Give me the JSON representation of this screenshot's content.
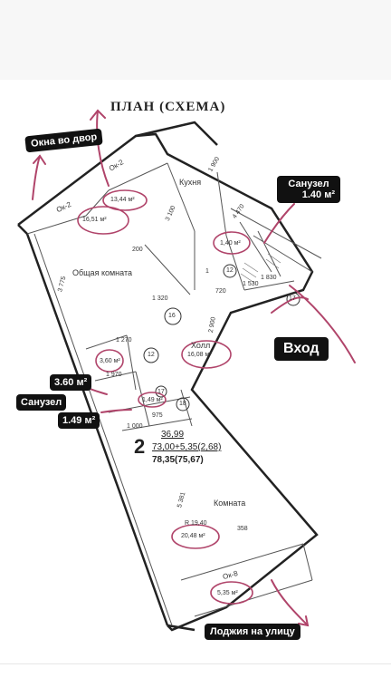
{
  "plan": {
    "title": "ПЛАН (СХЕМА)",
    "apartment_number": "2",
    "area_line1": "36,99",
    "area_line2": "73,00+5,35(2,68)",
    "area_line3": "78,35(75,67)"
  },
  "rooms": {
    "kitchen": {
      "name": "Кухня",
      "area": "13,44 м²"
    },
    "living": {
      "name": "Общая комната",
      "area": "16,51 м²"
    },
    "hall": {
      "name": "Холл",
      "area": "16,08 м²"
    },
    "room": {
      "name": "Комната",
      "area": "20,48 м²"
    },
    "bath1": {
      "area": "1,40 м²"
    },
    "bath2": {
      "area": "3,60 м²"
    },
    "bath3": {
      "area": "1,49 м²"
    },
    "loggia": {
      "area": "5,35 м²"
    }
  },
  "callouts": {
    "windows_yard": "Окна во двор",
    "bathroom_label": "Санузел",
    "bathroom_area": "1.40 м²",
    "entrance": "Вход",
    "area_360": "3.60 м²",
    "bathroom2_label": "Санузел",
    "bathroom2_area": "1.49 м²",
    "loggia_street": "Лоджия на улицу"
  },
  "marks": {
    "ok2_a": "Ок-2",
    "ok2_b": "Ок-2",
    "ok8": "Ок-8",
    "n16": "16",
    "n12a": "12",
    "n12b": "12",
    "n17": "17",
    "n18": "18",
    "n1": "1",
    "n17b": "17"
  },
  "dims": {
    "d3100": "3 100",
    "d2900": "2 900",
    "d1320": "1 320",
    "d1270": "1 270",
    "d1970": "1 970",
    "d1000": "1 000",
    "d975": "975",
    "d5381": "5 381",
    "d358": "358",
    "d3775": "3 775",
    "d720": "720",
    "d200": "200",
    "d1830": "1 830",
    "d1530": "1 530",
    "d1900": "1 900",
    "d4470": "4 470",
    "r1940": "R 19,40"
  },
  "colors": {
    "marker": "#b0446a",
    "wall": "#222222",
    "label_bg": "#111111"
  }
}
